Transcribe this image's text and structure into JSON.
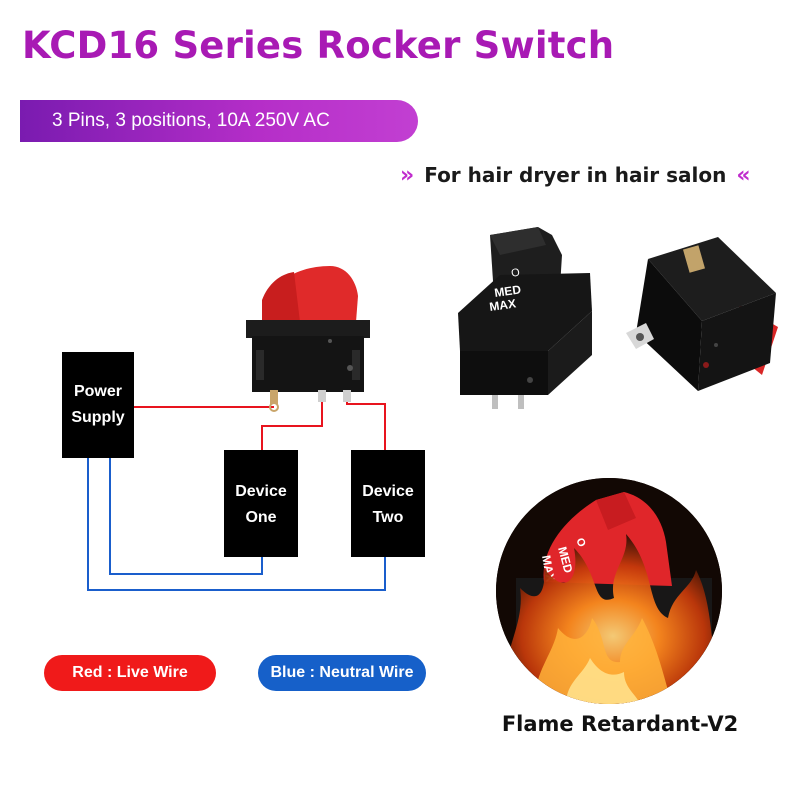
{
  "header": {
    "title": "KCD16 Series Rocker Switch",
    "spec": "3 Pins, 3 positions, 10A 250V AC"
  },
  "usage": {
    "left_arrows": "»",
    "text": "For hair dryer in hair salon",
    "right_arrows": "«"
  },
  "diagram": {
    "power_supply_line1": "Power",
    "power_supply_line2": "Supply",
    "device_one_line1": "Device",
    "device_one_line2": "One",
    "device_two_line1": "Device",
    "device_two_line2": "Two",
    "live_color": "#e8141e",
    "neutral_color": "#1a5ecc"
  },
  "switch_marks": {
    "off": "O",
    "med": "MED",
    "max": "MAX"
  },
  "legend": {
    "red": "Red : Live Wire",
    "blue": "Blue : Neutral Wire"
  },
  "flame": {
    "caption": "Flame Retardant-V2"
  },
  "colors": {
    "brand": "#a81ab4",
    "rocker_red": "#e02a2a",
    "body_black": "#151515"
  }
}
